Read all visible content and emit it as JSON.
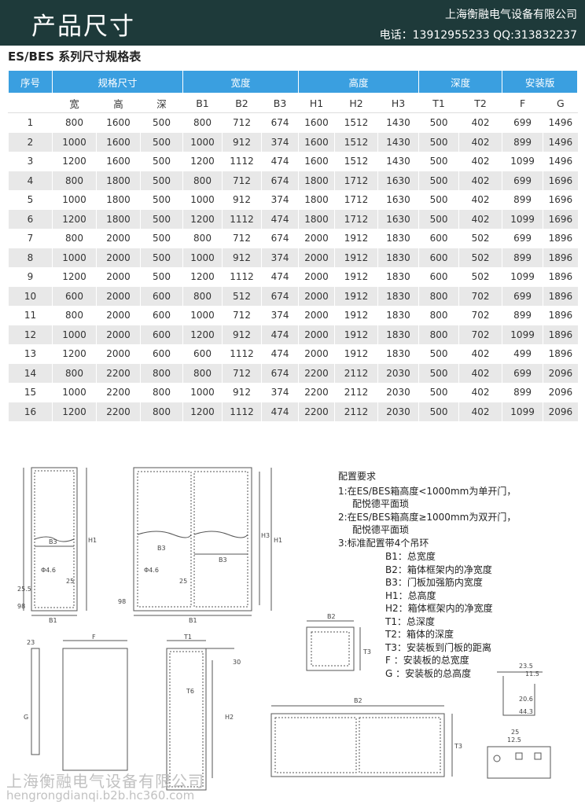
{
  "header": {
    "title": "产品尺寸",
    "company": "上海衡融电气设备有限公司",
    "contact": "电话：13912955233  QQ:313832237"
  },
  "subtitle": "ES/BES 系列尺寸规格表",
  "table": {
    "groups": [
      "序号",
      "规格尺寸",
      "宽度",
      "高度",
      "深度",
      "安装版"
    ],
    "subheaders": [
      "宽",
      "高",
      "深",
      "B1",
      "B2",
      "B3",
      "H1",
      "H2",
      "H3",
      "T1",
      "T2",
      "F",
      "G"
    ],
    "rows": [
      [
        "1",
        "800",
        "1600",
        "500",
        "800",
        "712",
        "674",
        "1600",
        "1512",
        "1430",
        "500",
        "402",
        "699",
        "1496"
      ],
      [
        "2",
        "1000",
        "1600",
        "500",
        "1000",
        "912",
        "374",
        "1600",
        "1512",
        "1430",
        "500",
        "402",
        "899",
        "1496"
      ],
      [
        "3",
        "1200",
        "1600",
        "500",
        "1200",
        "1112",
        "474",
        "1600",
        "1512",
        "1430",
        "500",
        "402",
        "1099",
        "1496"
      ],
      [
        "4",
        "800",
        "1800",
        "500",
        "800",
        "712",
        "674",
        "1800",
        "1712",
        "1630",
        "500",
        "402",
        "699",
        "1696"
      ],
      [
        "5",
        "1000",
        "1800",
        "500",
        "1000",
        "912",
        "374",
        "1800",
        "1712",
        "1630",
        "500",
        "402",
        "899",
        "1696"
      ],
      [
        "6",
        "1200",
        "1800",
        "500",
        "1200",
        "1112",
        "474",
        "1800",
        "1712",
        "1630",
        "500",
        "402",
        "1099",
        "1696"
      ],
      [
        "7",
        "800",
        "2000",
        "500",
        "800",
        "712",
        "674",
        "2000",
        "1912",
        "1830",
        "600",
        "502",
        "699",
        "1896"
      ],
      [
        "8",
        "1000",
        "2000",
        "500",
        "1000",
        "912",
        "374",
        "2000",
        "1912",
        "1830",
        "600",
        "502",
        "899",
        "1896"
      ],
      [
        "9",
        "1200",
        "2000",
        "500",
        "1200",
        "1112",
        "474",
        "2000",
        "1912",
        "1830",
        "600",
        "502",
        "1099",
        "1896"
      ],
      [
        "10",
        "600",
        "2000",
        "600",
        "800",
        "512",
        "674",
        "2000",
        "1912",
        "1830",
        "800",
        "702",
        "699",
        "1896"
      ],
      [
        "11",
        "800",
        "2000",
        "600",
        "1000",
        "712",
        "374",
        "2000",
        "1912",
        "1830",
        "800",
        "702",
        "899",
        "1896"
      ],
      [
        "12",
        "1000",
        "2000",
        "600",
        "1200",
        "912",
        "474",
        "2000",
        "1912",
        "1830",
        "800",
        "702",
        "1099",
        "1896"
      ],
      [
        "13",
        "1200",
        "2000",
        "600",
        "600",
        "1112",
        "474",
        "2000",
        "1912",
        "1830",
        "500",
        "402",
        "499",
        "1896"
      ],
      [
        "14",
        "800",
        "2200",
        "800",
        "800",
        "712",
        "674",
        "2200",
        "2112",
        "2030",
        "500",
        "402",
        "699",
        "2096"
      ],
      [
        "15",
        "1000",
        "2200",
        "800",
        "1000",
        "912",
        "374",
        "2200",
        "2112",
        "2030",
        "500",
        "402",
        "899",
        "2096"
      ],
      [
        "16",
        "1200",
        "2200",
        "800",
        "1200",
        "1112",
        "474",
        "2200",
        "2112",
        "2030",
        "500",
        "402",
        "1099",
        "2096"
      ]
    ]
  },
  "notes": {
    "heading": "配置要求",
    "l1a": "1:在ES/BES箱高度<1000mm为单开门，",
    "l1b": "配悦德平面琐",
    "l2a": "2:在ES/BES箱高度≥1000mm为双开门，",
    "l2b": "配悦德平面琐",
    "l3": "3:标准配置带4个吊环"
  },
  "legend": [
    "B1：总宽度",
    "B2：箱体框架内的净宽度",
    "B3：门板加强筋内宽度",
    "H1：总高度",
    "H2：箱体框架内的净宽度",
    "T1：总深度",
    "T2：箱体的深度",
    "T3：安装板到门板的距离",
    "F ：安装板的总宽度",
    "G ：安装板的总高度"
  ],
  "drawing_labels": {
    "b1": "B1",
    "b2": "B2",
    "b3": "B3",
    "h1": "H1",
    "h2": "H2",
    "h3": "H3",
    "t1": "T1",
    "t3": "T3",
    "t6": "T6",
    "f": "F",
    "g": "G",
    "d25": "25",
    "d98": "98",
    "d23": "23",
    "d30": "30",
    "d23_5": "23.5",
    "d11_5": "11.5",
    "d20_6": "20.6",
    "d44_3": "44.3",
    "d12_5": "12.5",
    "phi46": "Φ4.6",
    "d25_5": "25.5"
  },
  "watermark": {
    "line1": "上海衡融电气设备有限公司",
    "line2": "hengrongdianqi.b2b.hc360.com"
  },
  "colors": {
    "header_bg": "#1e3a3a",
    "table_header": "#3a9fe0",
    "row_alt": "#e8e8e8"
  }
}
